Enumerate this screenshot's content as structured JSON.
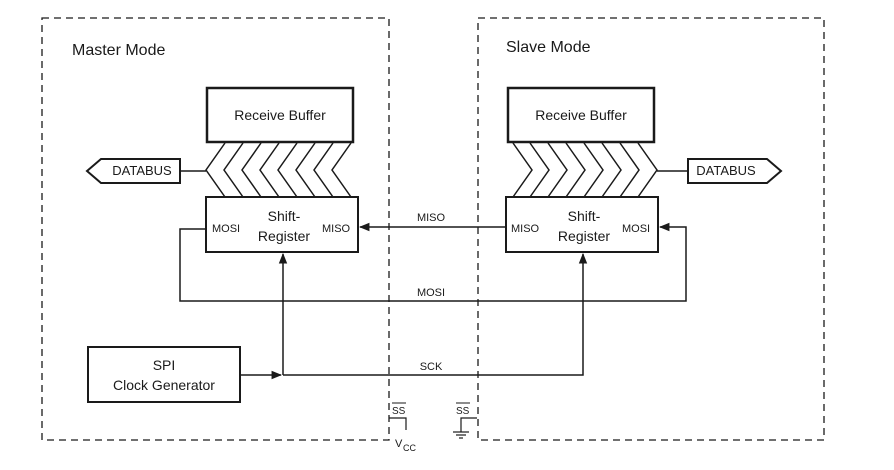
{
  "master": {
    "title": "Master Mode",
    "receive_buffer": "Receive Buffer",
    "databus": "DATABUS",
    "shift_register_line1": "Shift-",
    "shift_register_line2": "Register",
    "pin_left": "MOSI",
    "pin_right": "MISO",
    "clock_line1": "SPI",
    "clock_line2": "Clock Generator"
  },
  "slave": {
    "title": "Slave Mode",
    "receive_buffer": "Receive Buffer",
    "databus": "DATABUS",
    "shift_register_line1": "Shift-",
    "shift_register_line2": "Register",
    "pin_left": "MISO",
    "pin_right": "MOSI"
  },
  "signals": {
    "miso": "MISO",
    "mosi": "MOSI",
    "sck": "SCK"
  },
  "pins": {
    "master_ss": "SS",
    "slave_ss": "SS",
    "vcc": "V",
    "vcc_sub": "CC"
  }
}
